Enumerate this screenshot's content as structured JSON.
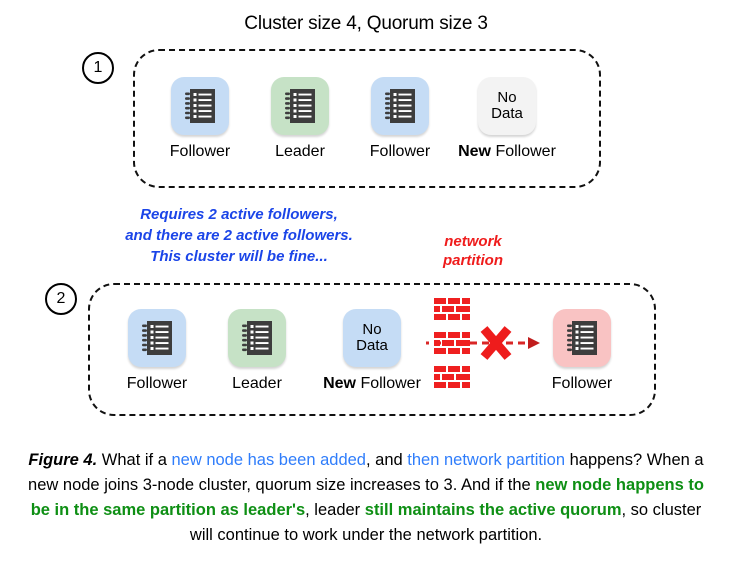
{
  "title": "Cluster size 4, Quorum size 3",
  "steps": {
    "one": "1",
    "two": "2"
  },
  "panel1": {
    "nodes": [
      {
        "kind": "server",
        "tile": "blue",
        "label_prefix": "",
        "label": "Follower"
      },
      {
        "kind": "server",
        "tile": "green",
        "label_prefix": "",
        "label": "Leader"
      },
      {
        "kind": "server",
        "tile": "blue",
        "label_prefix": "",
        "label": "Follower"
      },
      {
        "kind": "nodata",
        "tile": "gray",
        "label_prefix": "New",
        "label": "Follower",
        "line1": "No",
        "line2": "Data"
      }
    ]
  },
  "panel2": {
    "nodes": [
      {
        "kind": "server",
        "tile": "blue",
        "label_prefix": "",
        "label": "Follower"
      },
      {
        "kind": "server",
        "tile": "green",
        "label_prefix": "",
        "label": "Leader"
      },
      {
        "kind": "nodata",
        "tile": "blue",
        "label_prefix": "New",
        "label": "Follower",
        "line1": "No",
        "line2": "Data"
      },
      {
        "kind": "server",
        "tile": "pink",
        "label_prefix": "",
        "label": "Follower"
      }
    ]
  },
  "annotations": {
    "blue_note": {
      "line1": "Requires 2 active followers,",
      "line2": "and there are 2 active followers.",
      "line3": "This cluster will be fine..."
    },
    "red_note": {
      "line1": "network",
      "line2": "partition"
    }
  },
  "caption": {
    "figure_label": "Figure 4.",
    "seg1": " What if a ",
    "seg2_blue": "new node has been added",
    "seg3": ", and ",
    "seg4_blue": "then network partition",
    "seg5": " happens? When a new node joins 3-node cluster, quorum size increases to 3. And if the ",
    "seg6_green": "new node happens to be in the same partition as leader's",
    "seg7": ", leader ",
    "seg8_green": "still maintains the active quorum",
    "seg9": ", so cluster will continue to work under the network partition."
  },
  "colors": {
    "tile_blue": "#c5dcf5",
    "tile_green": "#c6e2c6",
    "tile_pink": "#f9c3c3",
    "tile_gray": "#f3f3f3",
    "icon_dark": "#3d3d3d",
    "blue_text": "#1b45e8",
    "red_text": "#ef1c1c",
    "green_text": "#0e8f14",
    "caption_blue": "#2f7dfb",
    "brick_red": "#ef2020"
  }
}
